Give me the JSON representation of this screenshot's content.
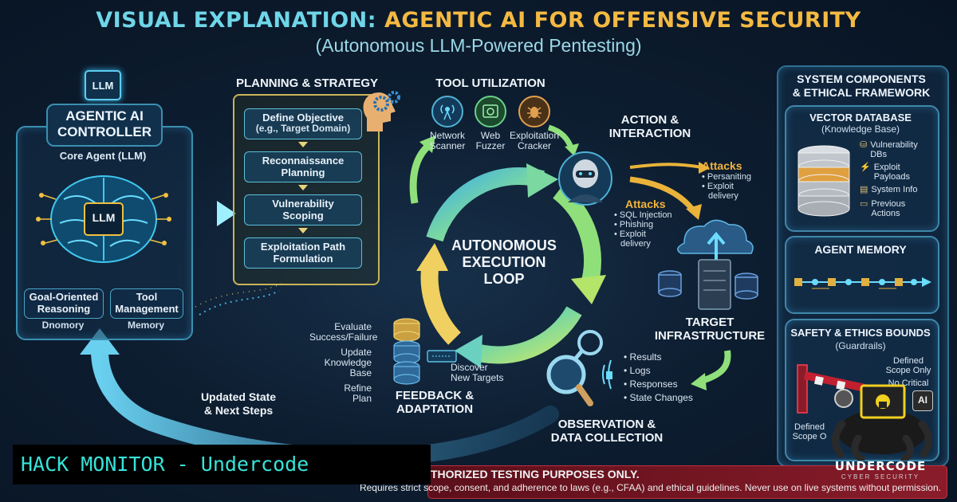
{
  "header": {
    "title_part1": "VISUAL EXPLANATION:",
    "title_part2": "AGENTIC AI FOR OFFENSIVE SECURITY",
    "subtitle": "(Autonomous LLM-Powered Pentesting)"
  },
  "controller": {
    "chip_label": "LLM",
    "title_line1": "AGENTIC AI",
    "title_line2": "CONTROLLER",
    "core": "Core Agent (LLM)",
    "brain_chip": "LLM",
    "goal_line1": "Goal-Oriented",
    "goal_line2": "Reasoning",
    "tool_line1": "Tool",
    "tool_line2": "Management",
    "under_left": "Dnomory",
    "under_right": "Memory"
  },
  "planning": {
    "title": "PLANNING & STRATEGY",
    "steps": [
      {
        "line1": "Define Objective",
        "line2": "(e.g., Target Domain)"
      },
      {
        "line1": "Reconnaissance",
        "line2": "Planning"
      },
      {
        "line1": "Vulnerability",
        "line2": "Scoping"
      },
      {
        "line1": "Exploitation Path",
        "line2": "Formulation"
      }
    ]
  },
  "tools": {
    "title": "TOOL UTILIZATION",
    "items": [
      {
        "icon": "antenna-icon",
        "line1": "Network",
        "line2": "Scanner"
      },
      {
        "icon": "globe-icon",
        "line1": "Web",
        "line2": "Fuzzer"
      },
      {
        "icon": "bug-icon",
        "line1": "Exploitation",
        "line2": "Cracker"
      }
    ]
  },
  "action": {
    "title_line1": "ACTION &",
    "title_line2": "INTERACTION",
    "attacks_a_title": "Attacks",
    "attacks_a": [
      "Persaniting",
      "Exploit",
      "delivery"
    ],
    "attacks_b_title": "Attacks",
    "attacks_b": [
      "SQL Injection",
      "Phishing",
      "Exploit",
      "delivery"
    ]
  },
  "loop": {
    "line1": "AUTONOMOUS",
    "line2": "EXECUTION",
    "line3": "LOOP"
  },
  "target": {
    "line1": "TARGET",
    "line2": "INFRASTRUCTURE"
  },
  "feedback": {
    "title_line1": "FEEDBACK &",
    "title_line2": "ADAPTATION",
    "items_left": [
      {
        "line1": "Evaluate",
        "line2": "Success/Failure"
      },
      {
        "line1": "Update",
        "line2": "Knowledge",
        "line3": "Base"
      },
      {
        "line1": "Refine",
        "line2": "Plan"
      }
    ],
    "discover_line1": "Discover",
    "discover_line2": "New Targets"
  },
  "observation": {
    "title_line1": "OBSERVATION &",
    "title_line2": "DATA COLLECTION",
    "items": [
      "Results",
      "Logs",
      "Responses",
      "State Changes"
    ]
  },
  "feedback_arrow": {
    "line1": "Updated State",
    "line2": "& Next Steps"
  },
  "sidebar": {
    "title_line1": "SYSTEM COMPONENTS",
    "title_line2": "& ETHICAL FRAMEWORK",
    "vector_db_title": "VECTOR DATABASE",
    "vector_db_sub": "(Knowledge Base)",
    "vector_items": [
      {
        "line1": "Vulnerability",
        "line2": "DBs"
      },
      {
        "line1": "Exploit",
        "line2": "Payloads"
      },
      {
        "line1": "System Info",
        "line2": ""
      },
      {
        "line1": "Previous",
        "line2": "Actions"
      }
    ],
    "memory_title": "AGENT MEMORY",
    "safety_title": "SAFETY & ETHICS BOUNDS",
    "safety_sub": "(Guardrails)",
    "safety_right_1": "Defined",
    "safety_right_2": "Scope Only",
    "safety_right_3": "No Critical",
    "safety_left_1": "Defined",
    "safety_left_2": "Scope O",
    "ai_badge": "AI"
  },
  "bottom": {
    "banner": "HACK MONITOR - Undercode",
    "warning_line1": "THORIZED TESTING PURPOSES ONLY.",
    "warning_line2": "Requires strict scope, consent, and adherence to laws (e.g., CFAA) and ethical guidelines. Never use on live systems without permission.",
    "watermark": "UNDERCODE",
    "watermark_sub": "CYBER SECURITY"
  },
  "colors": {
    "accent_cyan": "#6fd6e8",
    "accent_gold": "#f4b942",
    "loop_green": "#8fe07a",
    "loop_blue": "#3fb0e8",
    "banner_text": "#36e3d8"
  }
}
